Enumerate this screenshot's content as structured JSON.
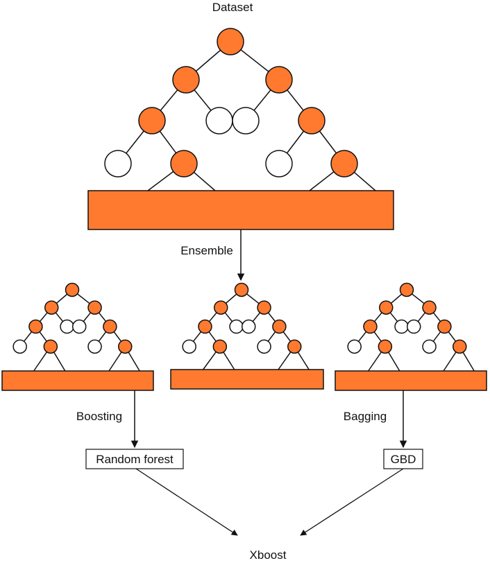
{
  "labels": {
    "top": "Dataset",
    "ensemble": "Ensemble",
    "boosting": "Boosting",
    "bagging": "Bagging",
    "box_left": "Random forest",
    "box_right": "GBD",
    "bottom": "Xboost"
  },
  "colors": {
    "accent": "#FF7A2F",
    "stroke": "#111111",
    "hollow": "#FFFFFF"
  },
  "trees": {
    "node_fill": [
      "filled",
      "filled",
      "filled",
      "filled",
      "hollow",
      "hollow",
      "filled",
      "hollow",
      "filled",
      "hollow",
      "filled"
    ],
    "big_tree_node_names": [
      "root",
      "l1-left",
      "l1-right",
      "l2-left-left",
      "l2-left-right",
      "l2-right-left",
      "l2-right-right",
      "l3-a",
      "l3-b",
      "l3-c",
      "l3-d"
    ]
  }
}
